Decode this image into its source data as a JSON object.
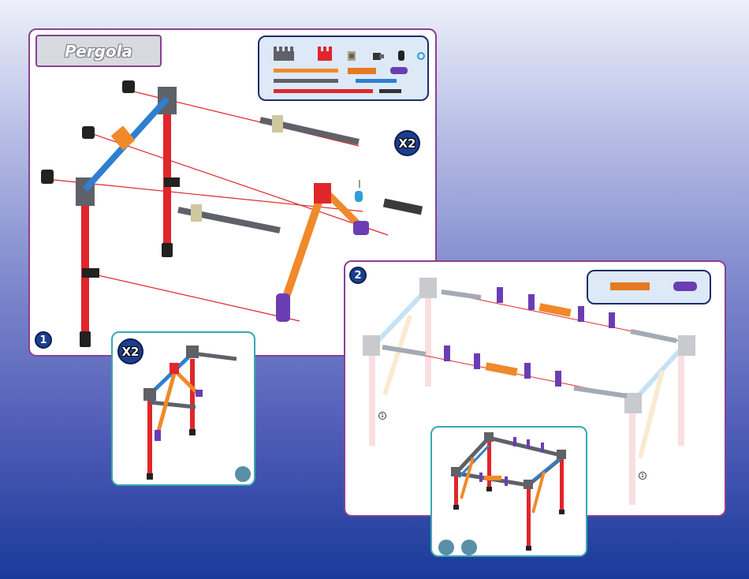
{
  "page": {
    "title": "Pergola"
  },
  "step1": {
    "number": "1",
    "multiplier": "X2"
  },
  "inset1": {
    "multiplier": "X2"
  },
  "step2": {
    "number": "2",
    "ref_left": "1",
    "ref_right": "1"
  },
  "colors": {
    "red": "#e0262b",
    "blue": "#2f7fd0",
    "orange": "#f0892a",
    "gray": "#5f6168",
    "purple": "#6b3db3",
    "tan": "#cfc7a0",
    "frame": "#8b3f95",
    "teal": "#39a7b2",
    "navy": "#1b3f8e"
  }
}
